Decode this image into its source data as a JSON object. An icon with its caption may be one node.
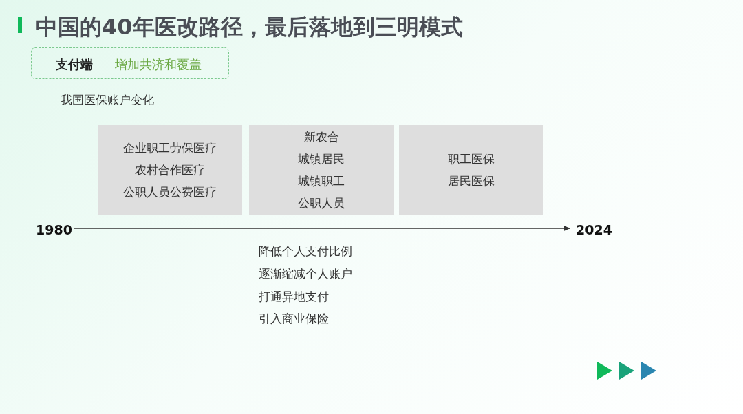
{
  "diagram": {
    "title": "中国的40年医改路径，最后落地到三明模式",
    "nodes": [
      {
        "text": [
          "支付端",
          "增加共济和覆盖"
        ]
      },
      {
        "text": [
          "企业职工劳保医疗",
          "农村合作医疗",
          "公职人员公费医疗"
        ]
      },
      {
        "text": [
          "新农合",
          "城镇居民",
          "城镇职工",
          "公职人员"
        ]
      },
      {
        "text": [
          "职工医保",
          "居民医保"
        ]
      },
      {
        "text": [
          "1980"
        ]
      },
      {
        "text": [
          "2024"
        ]
      }
    ],
    "edges": [
      {
        "from": 4,
        "to": 5,
        "arrow": "to"
      }
    ],
    "labels": [
      "我国医保账户变化",
      "降低个人支付比例",
      "逐渐缩减个人账户",
      "打通异地支付",
      "引入商业保险"
    ]
  }
}
